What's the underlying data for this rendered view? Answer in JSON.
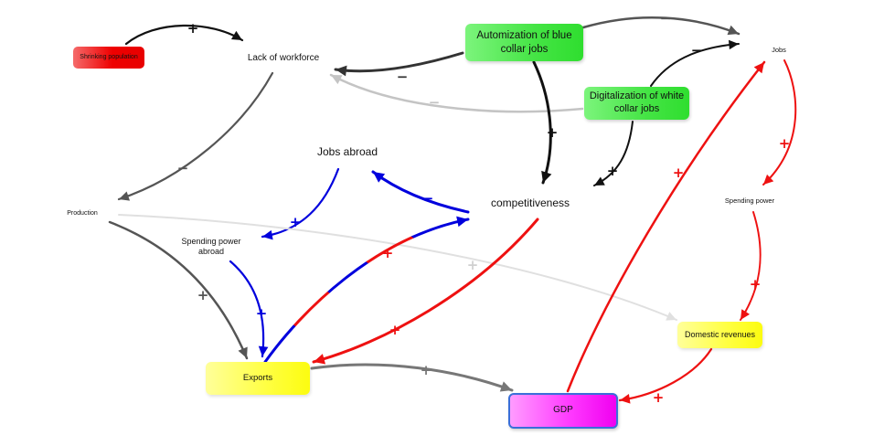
{
  "nodes": {
    "shrinking_population": "Shrinking population",
    "lack_of_workforce": "Lack of workforce",
    "automization": "Automization of blue collar jobs",
    "digitalization": "Digitalization of white collar jobs",
    "jobs": "Jobs",
    "jobs_abroad": "Jobs abroad",
    "competitiveness": "competitiveness",
    "production": "Production",
    "spending_power_abroad": "Spending power abroad",
    "spending_power": "Spending power",
    "exports": "Exports",
    "domestic_revenues": "Domestic revenues",
    "gdp": "GDP"
  },
  "links": [
    {
      "id": "shrinking-to-lack",
      "from": "Shrinking population",
      "to": "Lack of workforce",
      "polarity": "+",
      "color": "#111111"
    },
    {
      "id": "automization-to-lack",
      "from": "Automization of blue collar jobs",
      "to": "Lack of workforce",
      "polarity": "−",
      "color": "#333333"
    },
    {
      "id": "digitalization-to-lack",
      "from": "Digitalization of white collar jobs",
      "to": "Lack of workforce",
      "polarity": "−",
      "color": "#c4c4c4"
    },
    {
      "id": "automization-to-jobs",
      "from": "Automization of blue collar jobs",
      "to": "Jobs",
      "polarity": "−",
      "color": "#555555"
    },
    {
      "id": "digitalization-to-jobs",
      "from": "Digitalization of white collar jobs",
      "to": "Jobs",
      "polarity": "−",
      "color": "#111111"
    },
    {
      "id": "automization-to-competitiveness",
      "from": "Automization of blue collar jobs",
      "to": "competitiveness",
      "polarity": "+",
      "color": "#111111"
    },
    {
      "id": "digitalization-to-competitiveness",
      "from": "Digitalization of white collar jobs",
      "to": "competitiveness",
      "polarity": "+",
      "color": "#111111"
    },
    {
      "id": "lack-to-production",
      "from": "Lack of workforce",
      "to": "Production",
      "polarity": "−",
      "color": "#555555"
    },
    {
      "id": "competitiveness-to-jobs-abroad",
      "from": "competitiveness",
      "to": "Jobs abroad",
      "polarity": "−",
      "color": "#0000dd"
    },
    {
      "id": "jobs-abroad-to-spending-abroad",
      "from": "Jobs abroad",
      "to": "Spending power abroad",
      "polarity": "+",
      "color": "#0000dd"
    },
    {
      "id": "spending-abroad-to-exports",
      "from": "Spending power abroad",
      "to": "Exports",
      "polarity": "+",
      "color": "#0000dd"
    },
    {
      "id": "production-to-exports",
      "from": "Production",
      "to": "Exports",
      "polarity": "+",
      "color": "#555555"
    },
    {
      "id": "production-to-domestic",
      "from": "Production",
      "to": "Domestic revenues",
      "polarity": "+",
      "color": "#e0e0e0"
    },
    {
      "id": "exports-to-competitiveness",
      "from": "Exports",
      "to": "competitiveness",
      "polarity": "+",
      "color": "#ee1111"
    },
    {
      "id": "competitiveness-to-exports",
      "from": "competitiveness",
      "to": "Exports",
      "polarity": "+",
      "color": "#ee1111"
    },
    {
      "id": "exports-to-gdp",
      "from": "Exports",
      "to": "GDP",
      "polarity": "+",
      "color": "#777777"
    },
    {
      "id": "gdp-to-jobs",
      "from": "GDP",
      "to": "Jobs",
      "polarity": "+",
      "color": "#ee1111"
    },
    {
      "id": "jobs-to-spending",
      "from": "Jobs",
      "to": "Spending power",
      "polarity": "+",
      "color": "#ee1111"
    },
    {
      "id": "spending-to-domestic",
      "from": "Spending power",
      "to": "Domestic revenues",
      "polarity": "+",
      "color": "#ee1111"
    },
    {
      "id": "domestic-to-gdp",
      "from": "Domestic revenues",
      "to": "GDP",
      "polarity": "+",
      "color": "#ee1111"
    }
  ]
}
